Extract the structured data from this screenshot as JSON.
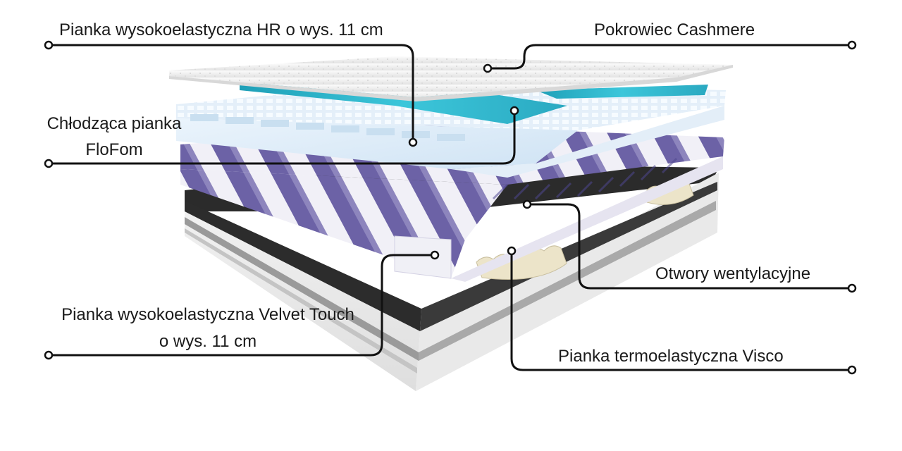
{
  "diagram": {
    "labels": {
      "hr_foam": "Pianka wysokoelastyczna HR o wys. 11 cm",
      "cover": "Pokrowiec Cashmere",
      "cooling_foam_line1": "Chłodząca pianka",
      "cooling_foam_line2": "FloFom",
      "ventilation": "Otwory wentylacyjne",
      "velvet_line1": "Pianka wysokoelastyczna Velvet Touch",
      "velvet_line2": "o wys. 11 cm",
      "visco": "Pianka termoelastyczna Visco"
    },
    "colors": {
      "leader_line": "#111111",
      "cover": "#f4f4f4",
      "cooling_blue": "#dcecf8",
      "cooling_teal": "#2fb6cc",
      "velvet_purple": "#6f65a8",
      "base_dark": "#2c2c2c",
      "base_gray": "#9a9a9a"
    }
  }
}
